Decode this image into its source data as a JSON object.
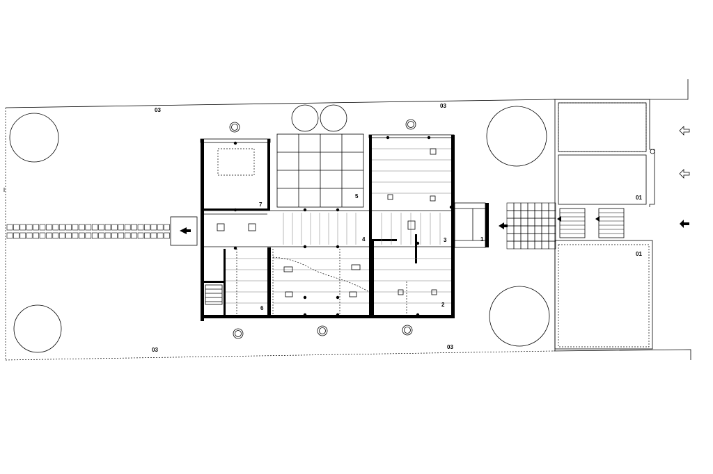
{
  "labels": {
    "site_top_left": "03",
    "site_top_right": "03",
    "site_bottom_left": "03",
    "site_bottom_right": "03",
    "room_1": "1",
    "room_2": "2",
    "room_3": "3",
    "room_4": "4",
    "room_5": "5",
    "room_6": "6",
    "room_7": "7",
    "parking_upper": "01",
    "parking_lower": "01"
  }
}
